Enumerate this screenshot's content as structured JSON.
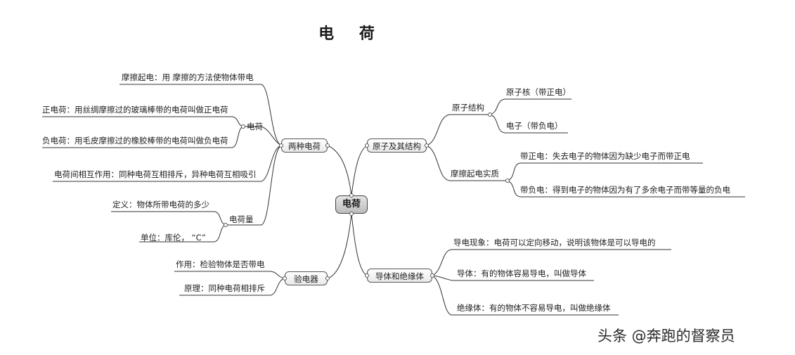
{
  "title": "电 荷",
  "center": "电荷",
  "left": {
    "two_kinds": {
      "label": "两种电荷",
      "rubbing": "摩擦起电：用 摩擦的方法使物体带电",
      "charge": {
        "label": "电荷",
        "positive": "正电荷：用丝绸摩擦过的玻璃棒带的电荷叫做正电荷",
        "negative": "负电荷：用毛皮摩擦过的橡胶棒带的电荷叫做负电荷"
      },
      "interaction": "电荷间相互作用：同种电荷互相排斥，异种电荷互相吸引",
      "quantity": {
        "label": "电荷量",
        "definition": "定义：物体所带电荷的多少",
        "unit": "单位：库伦， “C”"
      }
    },
    "electroscope": {
      "label": "验电器",
      "function": "作用：检验物体是否带电",
      "principle": "原理：同种电荷相排斥"
    }
  },
  "right": {
    "atom": {
      "label": "原子及其结构",
      "structure": {
        "label": "原子结构",
        "nucleus": "原子核（带正电）",
        "electron": "电子（带负电）"
      },
      "essence": {
        "label": "摩擦起电实质",
        "positive": "带正电：失去电子的物体因为缺少电子而带正电",
        "negative": "带负电：得到电子的物体因为有了多余电子而带等量的负电"
      }
    },
    "conductors": {
      "label": "导体和绝缘体",
      "phenomenon": "导电现象：电荷可以定向移动，说明该物体是可以导电的",
      "conductor": "导体：有的物体容易导电，叫做导体",
      "insulator": "绝缘体：有的物体不容易导电，叫做绝缘体"
    }
  },
  "watermark": "头条 @奔跑的督察员"
}
